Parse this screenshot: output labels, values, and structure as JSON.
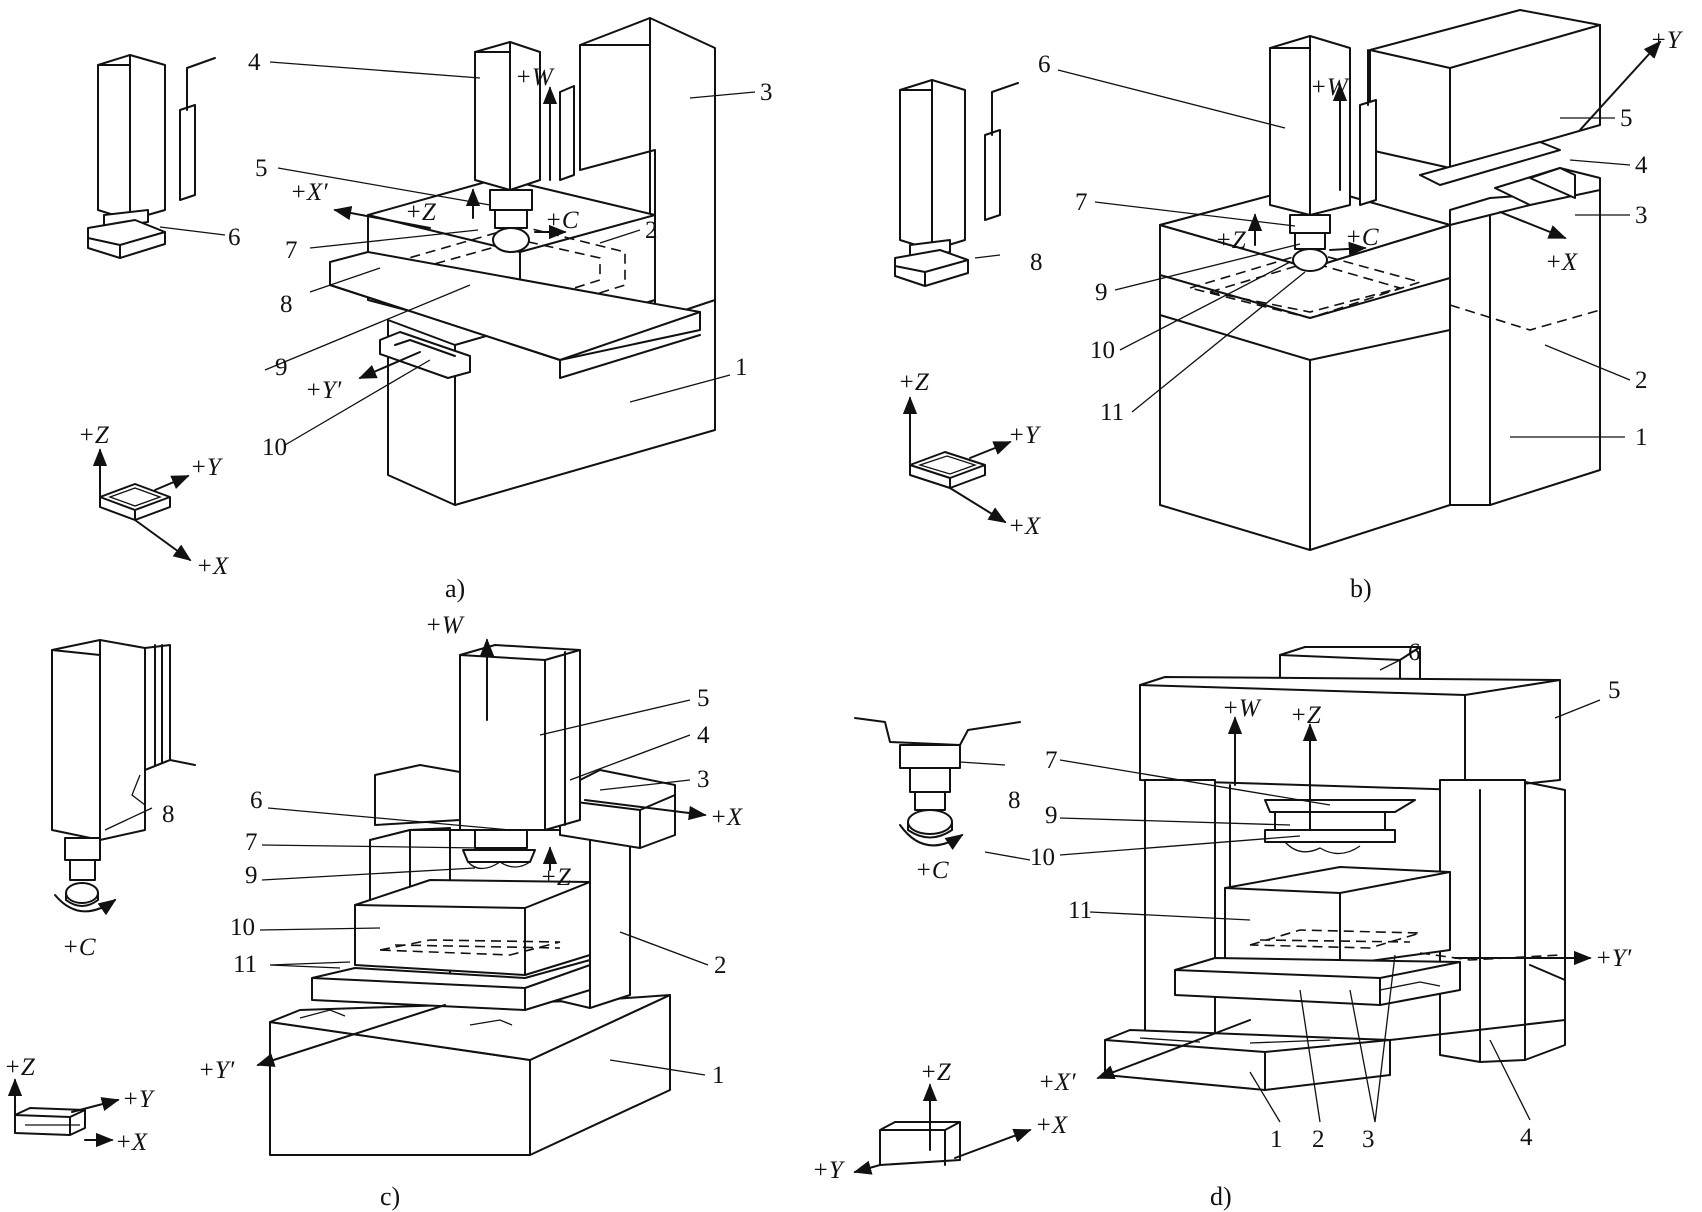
{
  "figure": {
    "captions": {
      "a": "a)",
      "b": "b)",
      "c": "c)",
      "d": "d)"
    },
    "axes": {
      "X": "+X",
      "Y": "+Y",
      "Z": "+Z",
      "W": "+W",
      "C": "+C",
      "Xp": "+X′",
      "Yp": "+Y′"
    },
    "callouts": {
      "a": [
        "1",
        "2",
        "3",
        "4",
        "5",
        "6",
        "7",
        "8",
        "9",
        "10"
      ],
      "b": [
        "1",
        "2",
        "3",
        "4",
        "5",
        "6",
        "7",
        "8",
        "9",
        "10",
        "11"
      ],
      "c": [
        "1",
        "2",
        "3",
        "4",
        "5",
        "6",
        "7",
        "8",
        "9",
        "10",
        "11"
      ],
      "d": [
        "1",
        "2",
        "3",
        "4",
        "5",
        "6",
        "7",
        "8",
        "9",
        "10",
        "11"
      ]
    }
  },
  "colors": {
    "ink": "#111111",
    "paper": "#ffffff"
  }
}
